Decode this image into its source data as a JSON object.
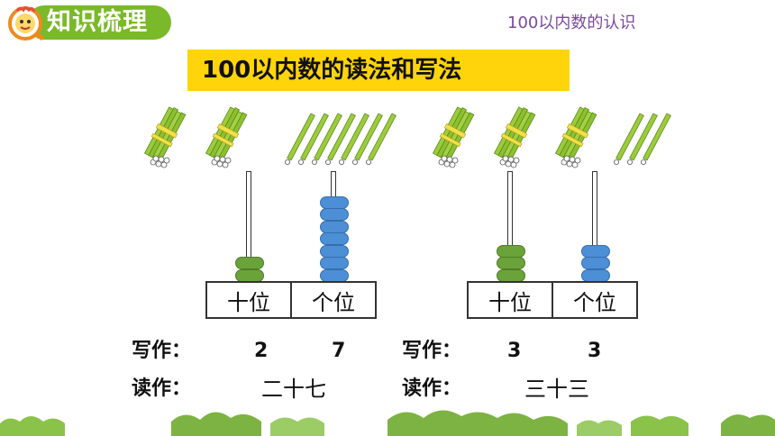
{
  "header": {
    "title": "知识梳理",
    "topic": "100以内数的认识",
    "accent_color": "#7ab929",
    "logo_icon": "magnifier-mascot-icon"
  },
  "banner": {
    "text": "100以内数的读法和写法",
    "color": "#ffd40a"
  },
  "bundles": {
    "left": {
      "tens": 2,
      "ones": 7
    },
    "right": {
      "tens": 3,
      "ones": 3
    }
  },
  "abaci": {
    "left": {
      "tens_label": "十位",
      "ones_label": "个位",
      "tens_beads": 2,
      "ones_beads": 7,
      "write_label": "写作：",
      "write_digits": [
        "2",
        "7"
      ],
      "read_label": "读作：",
      "read_value": "二十七"
    },
    "right": {
      "tens_label": "十位",
      "ones_label": "个位",
      "tens_beads": 3,
      "ones_beads": 3,
      "write_label": "写作：",
      "write_digits": [
        "3",
        "3"
      ],
      "read_label": "读作：",
      "read_value": "三十三"
    }
  },
  "colors": {
    "tens_bead": "#6aa33a",
    "ones_bead": "#4d8fd6"
  }
}
